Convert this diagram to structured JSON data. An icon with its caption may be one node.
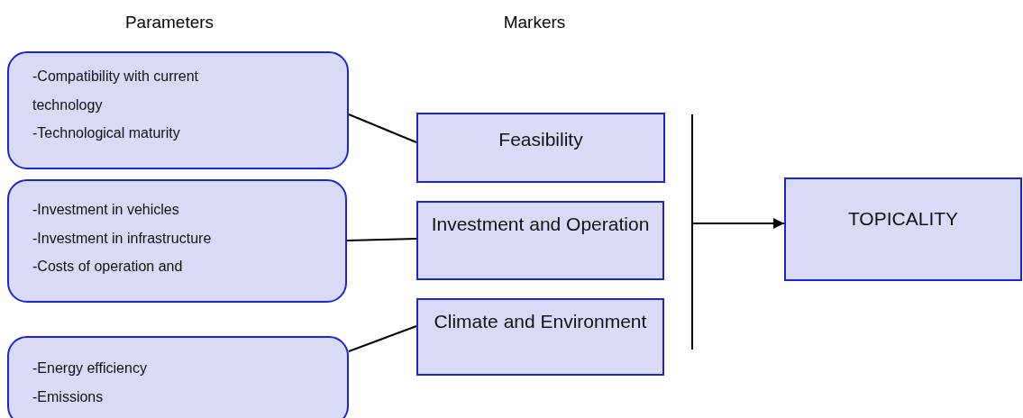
{
  "diagram": {
    "nodes": [
      {
        "text": [
          "-Compatibility with current technology",
          "-Technological maturity"
        ]
      },
      {
        "text": [
          "-Investment in vehicles",
          "-Investment in infrastructure",
          "-Costs of operation and"
        ]
      },
      {
        "text": [
          "-Energy efficiency",
          "-Emissions"
        ]
      },
      {
        "text": [
          "Feasibility"
        ]
      },
      {
        "text": [
          "Investment and Operation"
        ]
      },
      {
        "text": [
          "Climate and Environment"
        ]
      },
      {
        "text": [],
        "shape": "bar"
      },
      {
        "text": [
          "TOPICALITY"
        ]
      }
    ],
    "edges": [
      {
        "from": 0,
        "to": 3,
        "arrow": "none"
      },
      {
        "from": 1,
        "to": 4,
        "arrow": "none"
      },
      {
        "from": 2,
        "to": 5,
        "arrow": "none"
      },
      {
        "from": 6,
        "to": 7,
        "arrow": "to"
      }
    ],
    "labels": [
      "Parameters",
      "Markers"
    ]
  }
}
